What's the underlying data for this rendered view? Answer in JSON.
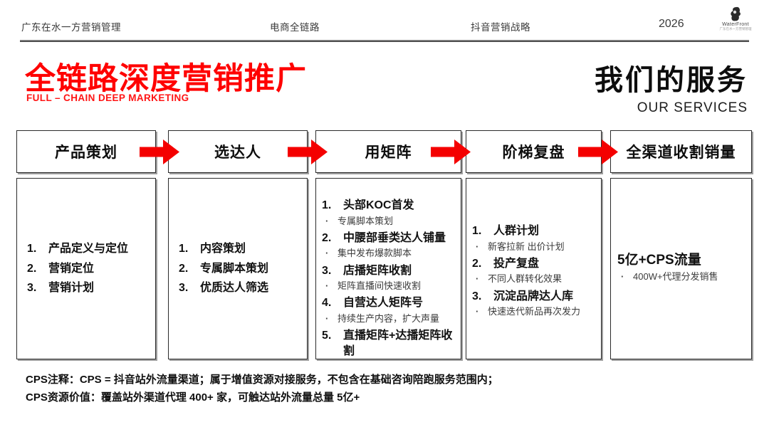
{
  "nav": {
    "item1": "广东在水一方营销管理",
    "item2": "电商全链路",
    "item3": "抖音营销战略",
    "year": "2026",
    "logo": {
      "name": "WaterFront",
      "subtext": "广东在水一方营销管理"
    }
  },
  "hero": {
    "title": "全链路深度营销推广",
    "subtitle": "FULL – CHAIN DEEP MARKETING",
    "accent_color": "#FF0000"
  },
  "services": {
    "title": "我们的服务",
    "subtitle": "OUR SERVICES"
  },
  "pipeline": {
    "arrow_color": "#F40000",
    "stages": [
      {
        "header": "产品策划",
        "rows": [
          {
            "num": "1.",
            "text": "产品定义与定位"
          },
          {
            "num": "2.",
            "text": "营销定位"
          },
          {
            "num": "3.",
            "text": "营销计划"
          }
        ]
      },
      {
        "header": "选达人",
        "rows": [
          {
            "num": "1.",
            "text": "内容策划"
          },
          {
            "num": "2.",
            "text": "专属脚本策划"
          },
          {
            "num": "3.",
            "text": "优质达人筛选"
          }
        ]
      },
      {
        "header": "用矩阵",
        "rows": [
          {
            "num": "1.",
            "text": "头部KOC首发"
          },
          {
            "bullet": "·",
            "text": "专属脚本策划"
          },
          {
            "num": "2.",
            "text": "中腰部垂类达人铺量"
          },
          {
            "bullet": "·",
            "text": "集中发布爆款脚本"
          },
          {
            "num": "3.",
            "text": "店播矩阵收割"
          },
          {
            "bullet": "·",
            "text": "矩阵直播间快速收割"
          },
          {
            "num": "4.",
            "text": "自营达人矩阵号"
          },
          {
            "bullet": "·",
            "text": "持续生产内容，扩大声量"
          },
          {
            "num": "5.",
            "text": "直播矩阵+达播矩阵收割"
          }
        ]
      },
      {
        "header": "阶梯复盘",
        "rows": [
          {
            "num": "1.",
            "text": "人群计划"
          },
          {
            "bullet": "·",
            "text": "新客拉新 出价计划"
          },
          {
            "num": "2.",
            "text": "投产复盘"
          },
          {
            "bullet": "·",
            "text": "不同人群转化效果"
          },
          {
            "num": "3.",
            "text": "沉淀品牌达人库"
          },
          {
            "bullet": "·",
            "text": "快速迭代新品再次发力"
          }
        ]
      },
      {
        "header": "全渠道收割销量",
        "rows": [
          {
            "big": "5亿+CPS流量"
          },
          {
            "bullet": "·",
            "text": "400W+代理分发销售"
          }
        ]
      }
    ]
  },
  "footer": {
    "line1": "CPS注释：CPS = 抖音站外流量渠道；属于增值资源对接服务，不包含在基础咨询陪跑服务范围内；",
    "line2": "CPS资源价值：覆盖站外渠道代理 400+ 家，可触达站外流量总量 5亿+"
  }
}
